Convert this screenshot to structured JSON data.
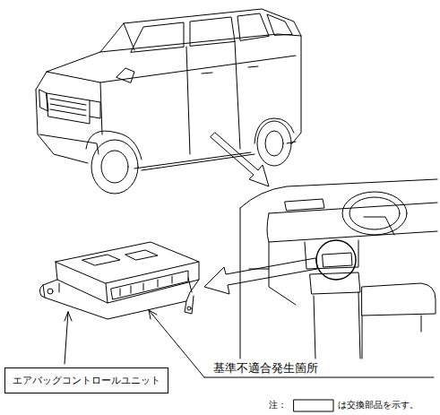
{
  "diagram": {
    "nodes": [
      {
        "text": [
          "エアバッグコントロールユニット"
        ]
      }
    ],
    "labels": [
      "基準不適合発生箇所",
      "注：",
      "は交換部品を示す。"
    ]
  }
}
